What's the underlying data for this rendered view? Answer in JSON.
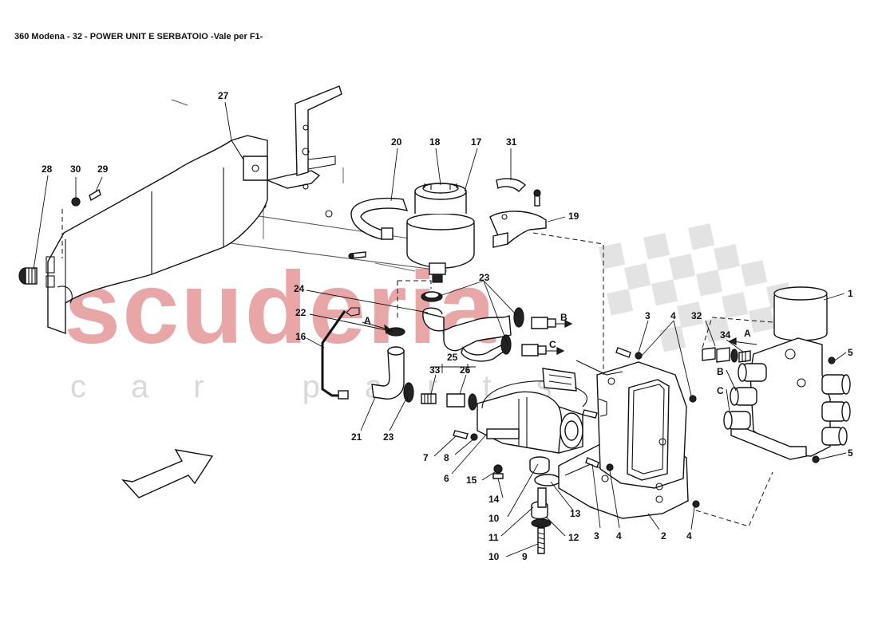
{
  "header": {
    "title": "360 Modena - 32 - POWER UNIT E SERBATOIO -Vale per F1-"
  },
  "watermark": {
    "main": "scuderia",
    "sub": "car parts",
    "color": "#e8a6a6",
    "sub_color": "#d9d9d9"
  },
  "callouts": {
    "c27": "27",
    "c28": "28",
    "c30": "30",
    "c29": "29",
    "c20": "20",
    "c18": "18",
    "c17": "17",
    "c31": "31",
    "c19": "19",
    "c23a": "23",
    "c24": "24",
    "c22": "22",
    "c16": "16",
    "c21": "21",
    "c23b": "23",
    "c25": "25",
    "c33": "33",
    "c26": "26",
    "c7": "7",
    "c8": "8",
    "c6": "6",
    "c15": "15",
    "c14": "14",
    "c10a": "10",
    "c13": "13",
    "c11": "11",
    "c12": "12",
    "c10b": "10",
    "c9": "9",
    "c3a": "3",
    "c4a": "4",
    "c3b": "3",
    "c4b": "4",
    "c2": "2",
    "c4c": "4",
    "c32": "32",
    "c34": "34",
    "c1": "1",
    "c5a": "5",
    "c5b": "5"
  },
  "port_labels": {
    "a1": "A",
    "b1": "B",
    "c1": "C",
    "a2": "A",
    "b2": "B",
    "c2": "C"
  },
  "icons": {
    "direction_arrow": "direction-arrow-icon"
  }
}
